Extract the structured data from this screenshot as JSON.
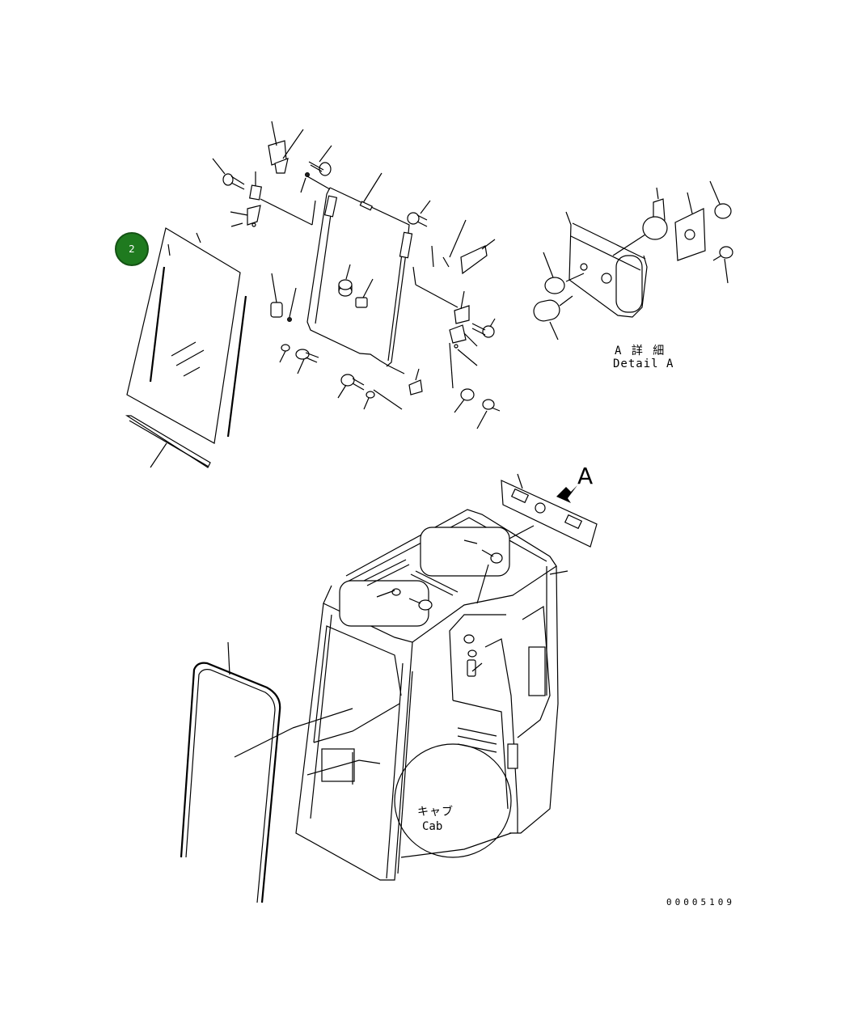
{
  "callout": {
    "number": "2"
  },
  "detail": {
    "jp": "A 詳 細",
    "en": "Detail A"
  },
  "view_letter": "A",
  "cab": {
    "jp": "キャブ",
    "en": "Cab"
  },
  "drawing_number": "00005109"
}
